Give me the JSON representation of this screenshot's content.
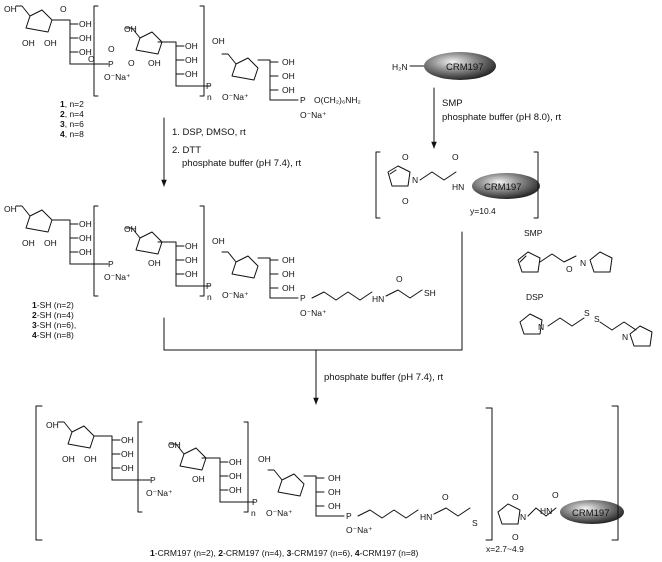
{
  "groups": {
    "oh": "OH",
    "p": "P",
    "ona": "O⁻Na⁺",
    "onap": "O⁻Na⁺",
    "o": "O",
    "n": "n",
    "hex_amine": "O(CH₂)₆NH₂",
    "h2n": "H₂N",
    "hn": "HN",
    "nh": "N",
    "sh": "SH",
    "s": "S"
  },
  "protein_label": "CRM197",
  "compounds_top": [
    {
      "num": "1",
      "rest": ", n=2"
    },
    {
      "num": "2",
      "rest": ", n=4"
    },
    {
      "num": "3",
      "rest": ", n=6"
    },
    {
      "num": "4",
      "rest": ", n=8"
    }
  ],
  "compounds_sh": [
    {
      "num": "1",
      "rest": "-SH (n=2)"
    },
    {
      "num": "2",
      "rest": "-SH (n=4)"
    },
    {
      "num": "3",
      "rest": "-SH (n=6),"
    },
    {
      "num": "4",
      "rest": "-SH (n=8)"
    }
  ],
  "step1": {
    "line1": "1. DSP, DMSO, rt",
    "line2": "2. DTT",
    "line3": "phosphate buffer (pH 7.4), rt"
  },
  "step_smp": {
    "line1": "SMP",
    "line2": "phosphate buffer (pH 8.0), rt"
  },
  "step_conj": "phosphate buffer (pH 7.4), rt",
  "y_label": "y=10.4",
  "x_label": "x=2.7~4.9",
  "reagents": {
    "smp": "SMP",
    "dsp": "DSP"
  },
  "final_caption": [
    {
      "num": "1",
      "rest": "-CRM197 (n=2), "
    },
    {
      "num": "2",
      "rest": "-CRM197 (n=4), "
    },
    {
      "num": "3",
      "rest": "-CRM197 (n=6), "
    },
    {
      "num": "4",
      "rest": "-CRM197 (n=8)"
    }
  ]
}
